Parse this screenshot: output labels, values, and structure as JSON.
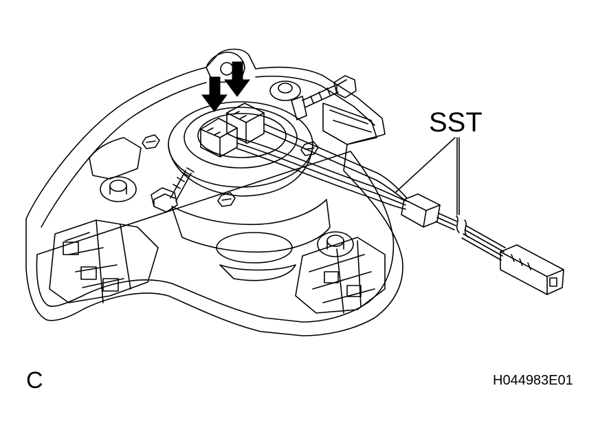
{
  "figure": {
    "callout_label": "SST",
    "view_letter": "C",
    "figure_code": "H044983E01",
    "line_color": "#000000",
    "background_color": "#ffffff"
  }
}
